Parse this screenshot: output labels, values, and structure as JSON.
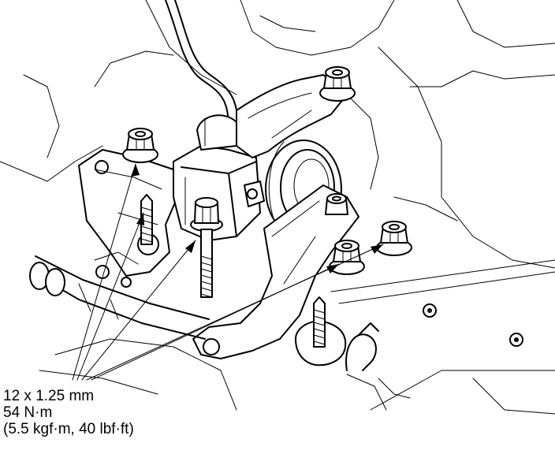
{
  "callout": {
    "line1": "12 x 1.25 mm",
    "line2": "54 N·m",
    "line3": "(5.5 kgf·m, 40 lbf·ft)"
  },
  "colors": {
    "ink": "#000000",
    "paper": "#ffffff"
  }
}
